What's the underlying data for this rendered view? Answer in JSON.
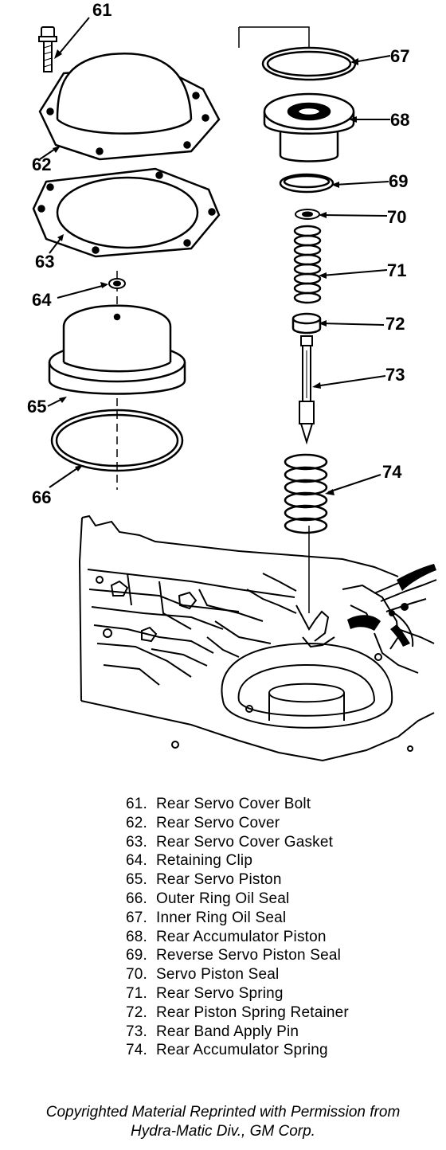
{
  "callouts": {
    "c61": "61",
    "c62": "62",
    "c63": "63",
    "c64": "64",
    "c65": "65",
    "c66": "66",
    "c67": "67",
    "c68": "68",
    "c69": "69",
    "c70": "70",
    "c71": "71",
    "c72": "72",
    "c73": "73",
    "c74": "74"
  },
  "legend": [
    {
      "num": "61.",
      "label": "Rear Servo Cover Bolt"
    },
    {
      "num": "62.",
      "label": "Rear Servo Cover"
    },
    {
      "num": "63.",
      "label": "Rear Servo Cover Gasket"
    },
    {
      "num": "64.",
      "label": "Retaining Clip"
    },
    {
      "num": "65.",
      "label": "Rear Servo Piston"
    },
    {
      "num": "66.",
      "label": "Outer Ring Oil Seal"
    },
    {
      "num": "67.",
      "label": "Inner Ring Oil Seal"
    },
    {
      "num": "68.",
      "label": "Rear Accumulator Piston"
    },
    {
      "num": "69.",
      "label": "Reverse Servo Piston Seal"
    },
    {
      "num": "70.",
      "label": "Servo Piston Seal"
    },
    {
      "num": "71.",
      "label": "Rear Servo Spring"
    },
    {
      "num": "72.",
      "label": "Rear Piston Spring Retainer"
    },
    {
      "num": "73.",
      "label": "Rear Band Apply Pin"
    },
    {
      "num": "74.",
      "label": "Rear Accumulator Spring"
    }
  ],
  "copyright": {
    "line1": "Copyrighted Material Reprinted with Permission from",
    "line2": "Hydra-Matic Div., GM Corp."
  }
}
